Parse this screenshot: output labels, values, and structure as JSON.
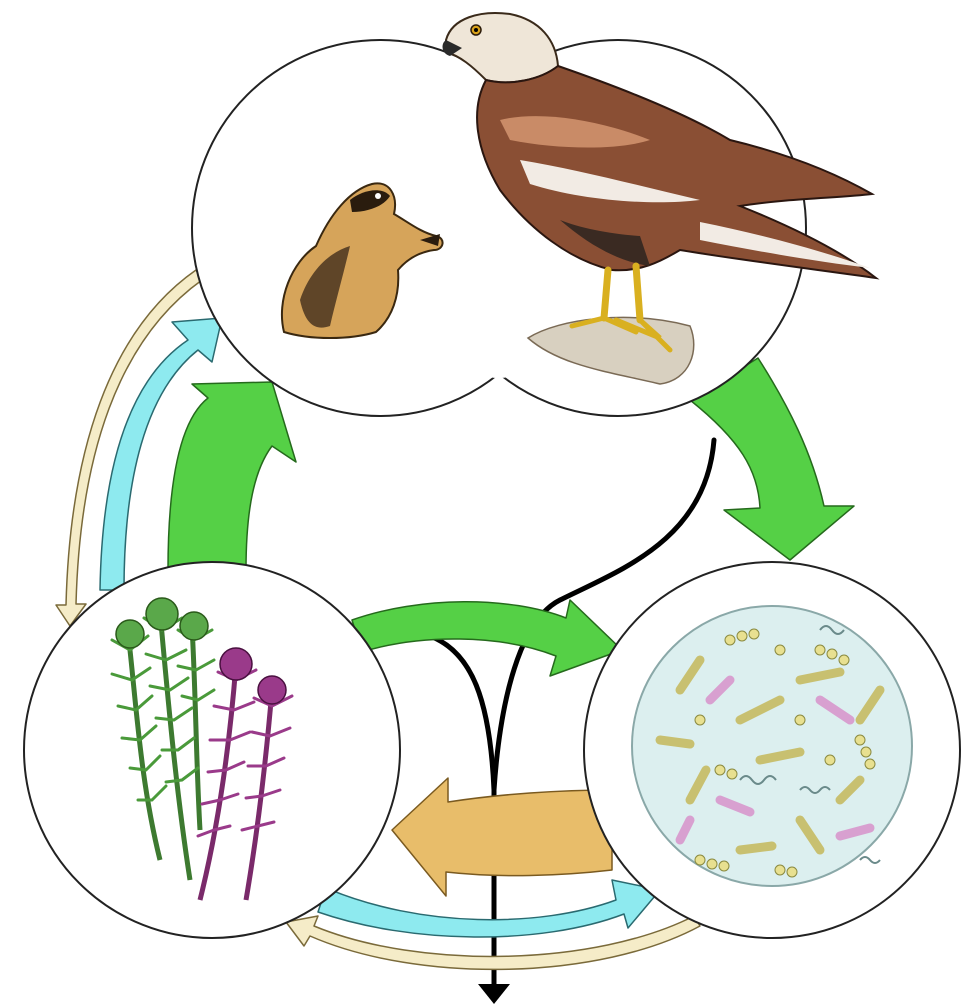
{
  "nodes": [
    {
      "id": "consumers",
      "icon": "lemming-and-hawk-icon"
    },
    {
      "id": "producers",
      "icon": "moss-icon"
    },
    {
      "id": "decomposers",
      "icon": "bacteria-icon"
    }
  ],
  "flows": [
    {
      "id": "energy-producers-to-consumers",
      "color": "#55d046"
    },
    {
      "id": "energy-consumers-to-decomposers",
      "color": "#55d046"
    },
    {
      "id": "energy-producers-to-decomposers",
      "color": "#55d046"
    },
    {
      "id": "nutrients-decomposers-to-producers",
      "color": "#e8bd6a"
    },
    {
      "id": "carbon-producers-to-consumers",
      "color": "#8eeaef"
    },
    {
      "id": "carbon-producers-to-decomposers",
      "color": "#8eeaef"
    },
    {
      "id": "return-consumers-to-producers",
      "color": "#f5ecc8"
    },
    {
      "id": "return-decomposers-to-producers",
      "color": "#f5ecc8"
    },
    {
      "id": "heat-loss-output",
      "color": "#000000"
    }
  ],
  "colors": {
    "energy": "#55d046",
    "nutrients": "#e8bd6a",
    "carbon": "#8eeaef",
    "return": "#f5ecc8",
    "outline": "#222222",
    "petri": "#dcefef"
  }
}
